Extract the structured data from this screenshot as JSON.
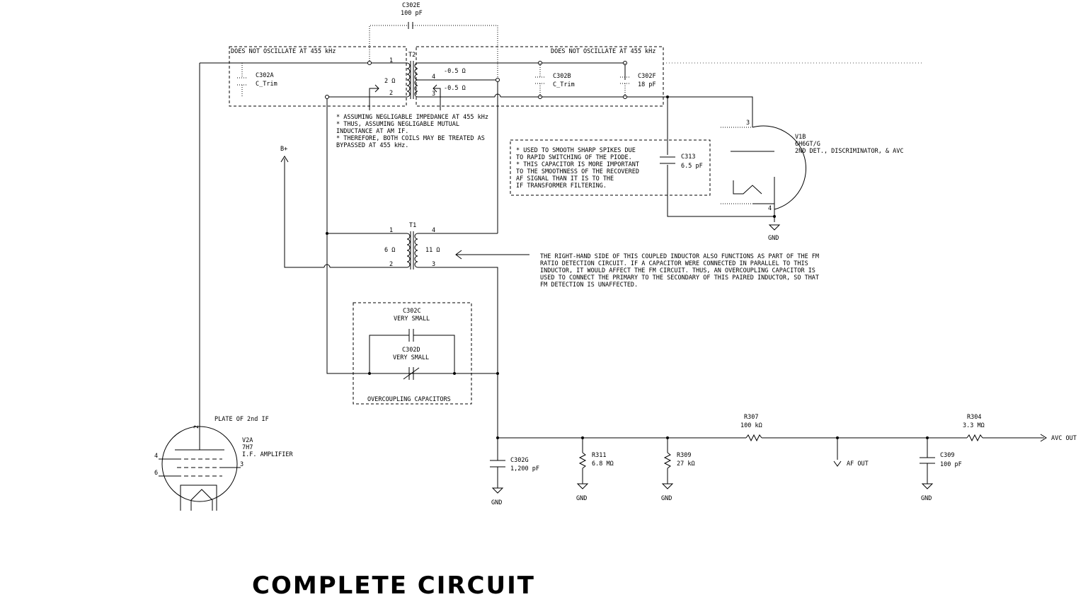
{
  "title": "COMPLETE CIRCUIT",
  "boxes": {
    "left_label": "DOES NOT OSCILLATE AT 455 kHz",
    "right_label": "DOES NOT OSCILLATE AT 455 kHz",
    "overcoupling_label": "OVERCOUPLING CAPACITORS"
  },
  "components": {
    "c302e": {
      "ref": "C302E",
      "value": "100 pF"
    },
    "c302a": {
      "ref": "C302A",
      "value": "C_Trim"
    },
    "c302b": {
      "ref": "C302B",
      "value": "C_Trim"
    },
    "c302f": {
      "ref": "C302F",
      "value": "18 pF"
    },
    "t2": {
      "ref": "T2",
      "pri": "2 Ω",
      "sec_top": "-0.5 Ω",
      "sec_bot": "-0.5 Ω",
      "p1": "1",
      "p2": "2",
      "p3": "3",
      "p4": "4"
    },
    "t1": {
      "ref": "T1",
      "pri": "6 Ω",
      "sec": "11 Ω",
      "p1": "1",
      "p2": "2",
      "p3": "3",
      "p4": "4"
    },
    "c313": {
      "ref": "C313",
      "value": "6.5 pF"
    },
    "v1b": {
      "ref": "V1B",
      "tube": "6H6GT/G",
      "desc": "2ND DET., DISCRIMINATOR, & AVC",
      "pin3": "3",
      "pin4": "4"
    },
    "c302c": {
      "ref": "C302C",
      "value": "VERY SMALL"
    },
    "c302d": {
      "ref": "C302D",
      "value": "VERY SMALL"
    },
    "v2a": {
      "ref": "V2A",
      "tube": "7H7",
      "desc": "I.F. AMPLIFIER",
      "plate": "PLATE OF 2nd IF",
      "p2": "2",
      "p3": "3",
      "p4": "4",
      "p6": "6"
    },
    "c302g": {
      "ref": "C302G",
      "value": "1,200 pF"
    },
    "r311": {
      "ref": "R311",
      "value": "6.8 MΩ"
    },
    "r309": {
      "ref": "R309",
      "value": "27 kΩ"
    },
    "r307": {
      "ref": "R307",
      "value": "100 kΩ"
    },
    "r304": {
      "ref": "R304",
      "value": "3.3 MΩ"
    },
    "c309": {
      "ref": "C309",
      "value": "100 pF"
    }
  },
  "nets": {
    "bplus": "B+",
    "gnd": "GND",
    "af_out": "AF OUT",
    "avc_out": "AVC OUT"
  },
  "notes": {
    "assume": [
      "* ASSUMING NEGLIGABLE IMPEDANCE AT 455 kHz",
      "* THUS, ASSUMING NEGLIGABLE MUTUAL",
      "  INDUCTANCE AT AM IF.",
      "* THEREFORE, BOTH COILS MAY BE TREATED AS",
      "  BYPASSED AT 455 kHz."
    ],
    "c313": [
      "* USED TO SMOOTH SHARP SPIKES DUE",
      "  TO RAPID SWITCHING OF THE PIODE.",
      "* THIS CAPACITOR IS MORE IMPORTANT",
      "  TO THE SMOOTHNESS OF THE RECOVERED",
      "  AF SIGNAL THAN IT IS TO THE",
      "  IF TRANSFORMER FILTERING."
    ],
    "t1": [
      "THE RIGHT-HAND SIDE OF THIS COUPLED INDUCTOR ALSO FUNCTIONS AS PART OF THE FM",
      "RATIO DETECTION CIRCUIT. IF A CAPACITOR WERE CONNECTED IN PARALLEL TO THIS",
      "INDUCTOR, IT WOULD AFFECT THE FM CIRCUIT. THUS, AN OVERCOUPLING CAPACITOR IS",
      "USED TO CONNECT THE PRIMARY TO THE SECONDARY OF THIS PAIRED INDUCTOR, SO THAT",
      "FM DETECTION IS UNAFFECTED."
    ]
  }
}
